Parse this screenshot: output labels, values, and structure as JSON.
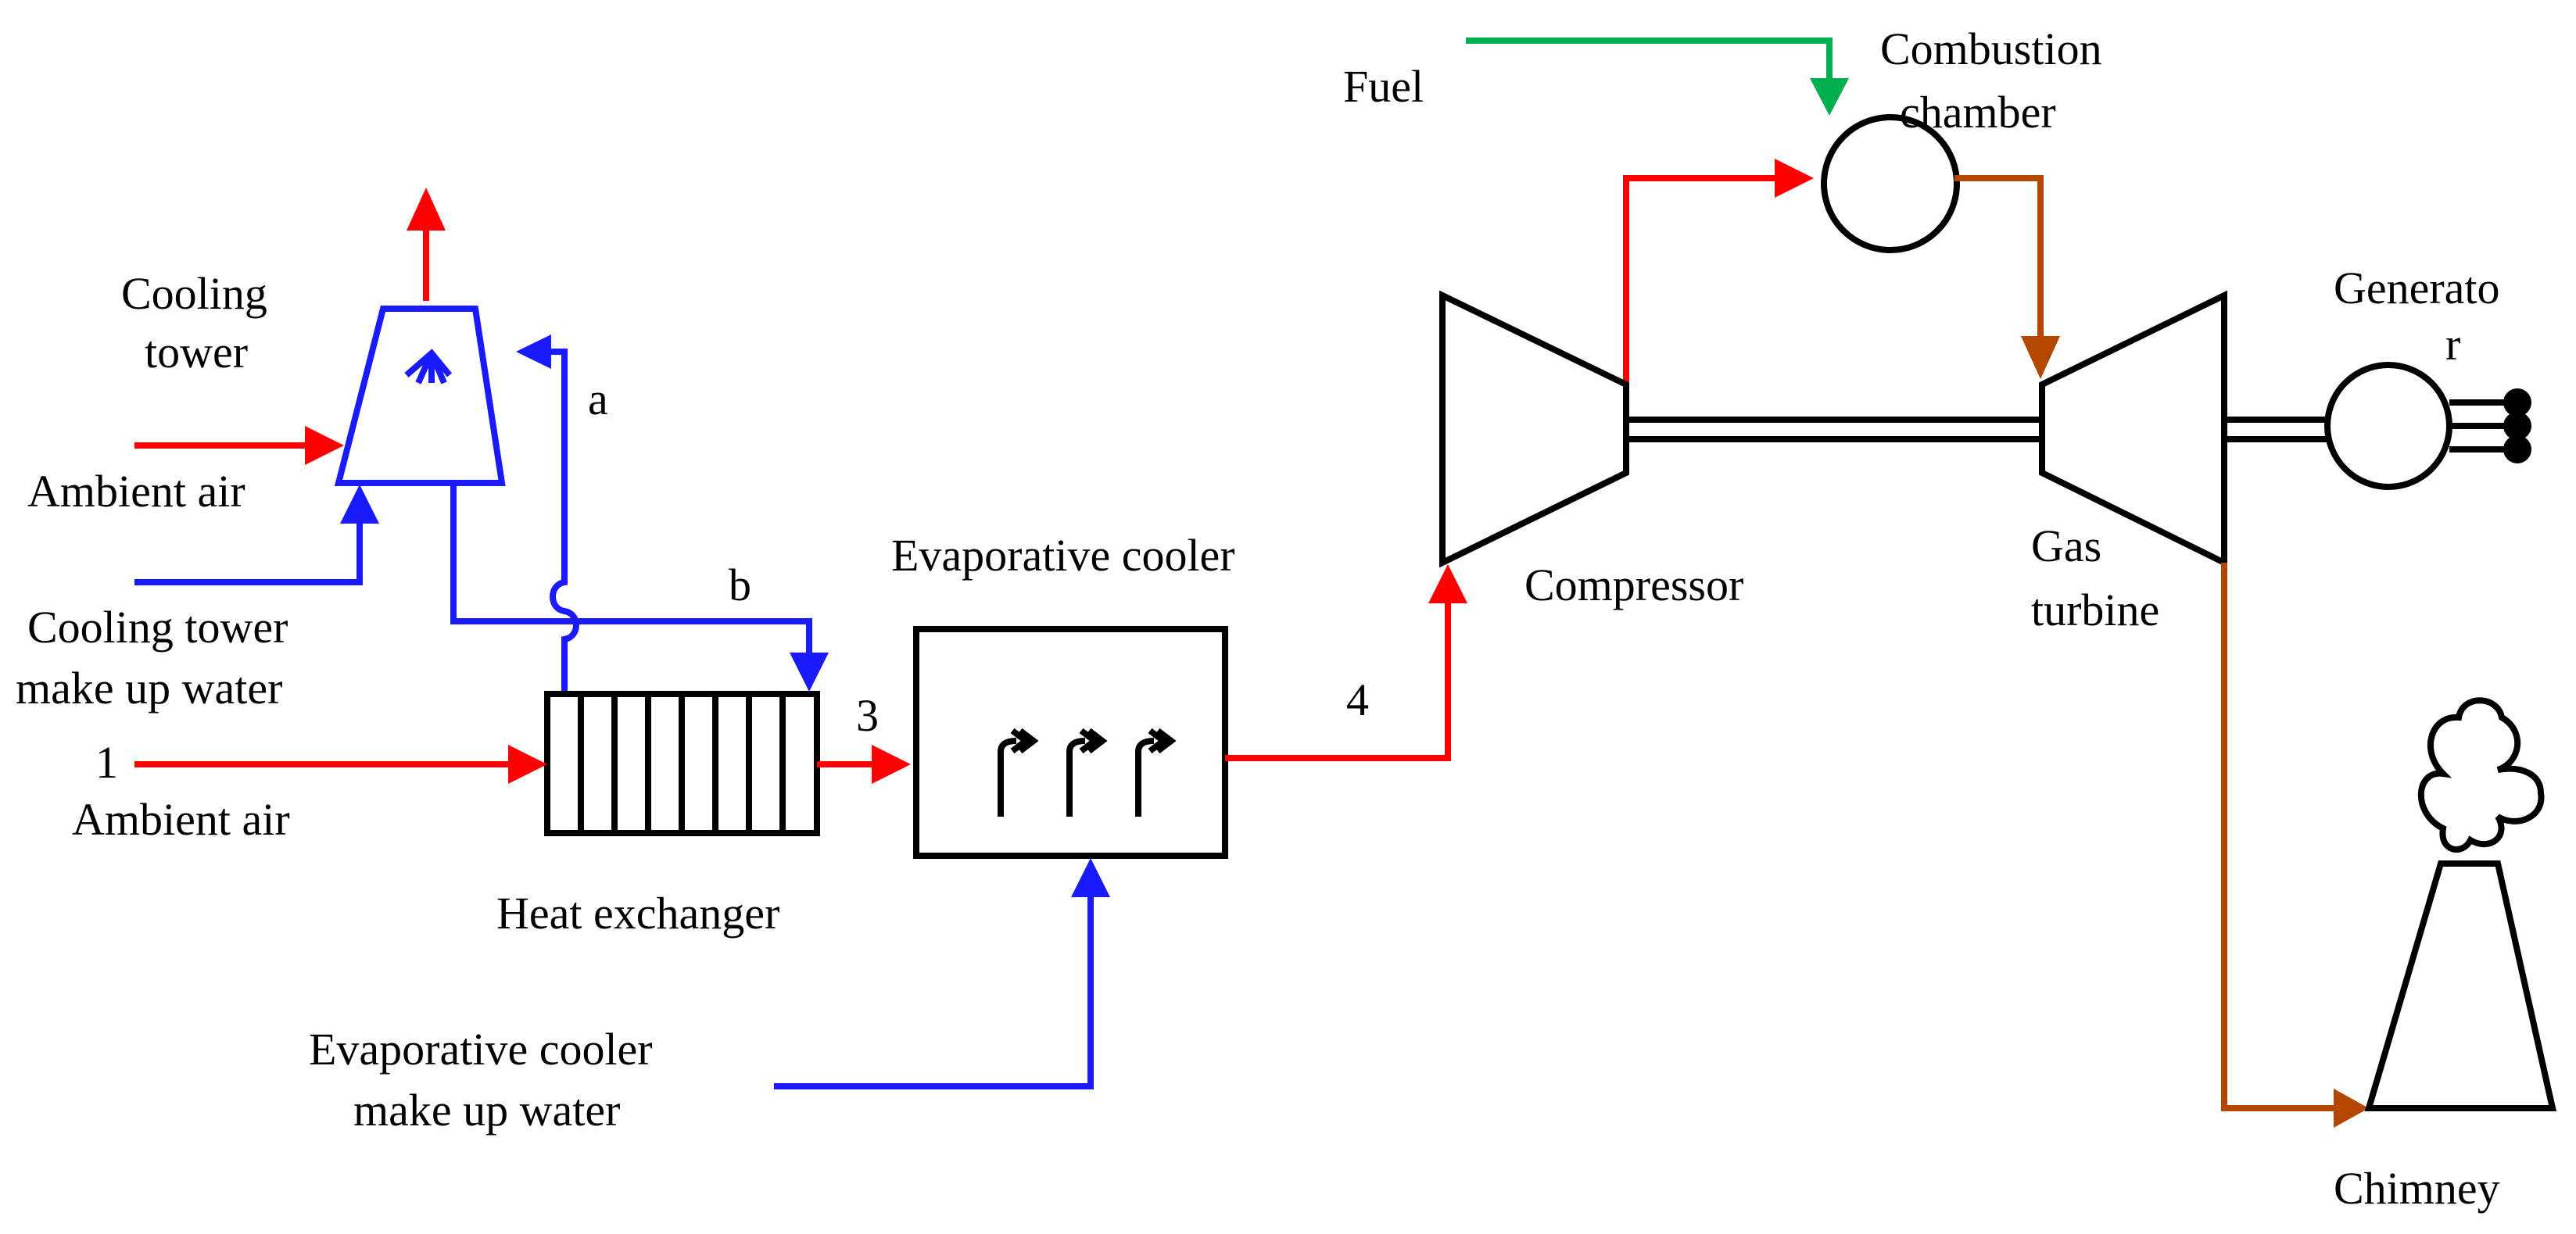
{
  "labels": {
    "fuel": "Fuel",
    "combustion_chamber_1": "Combustion",
    "combustion_chamber_2": "chamber",
    "cooling_tower_1": "Cooling",
    "cooling_tower_2": "tower",
    "point_a": "a",
    "point_b": "b",
    "ambient_air_top": "Ambient air",
    "ct_makeup_1": "Cooling tower",
    "ct_makeup_2": "make up water",
    "point_1": "1",
    "ambient_air_bottom": "Ambient air",
    "point_3": "3",
    "heat_exchanger": "Heat exchanger",
    "evaporative_cooler": "Evaporative cooler",
    "ec_makeup_1": "Evaporative cooler",
    "ec_makeup_2": "make up water",
    "point_4": "4",
    "compressor": "Compressor",
    "gas_turbine_1": "Gas",
    "gas_turbine_2": "turbine",
    "generator_1": "Generato",
    "generator_2": "r",
    "chimney": "Chimney"
  },
  "colors": {
    "air": "#ff0000",
    "water": "#1a1aff",
    "fuel": "#00b050",
    "exhaust": "#b34700",
    "equipment": "#000000"
  }
}
